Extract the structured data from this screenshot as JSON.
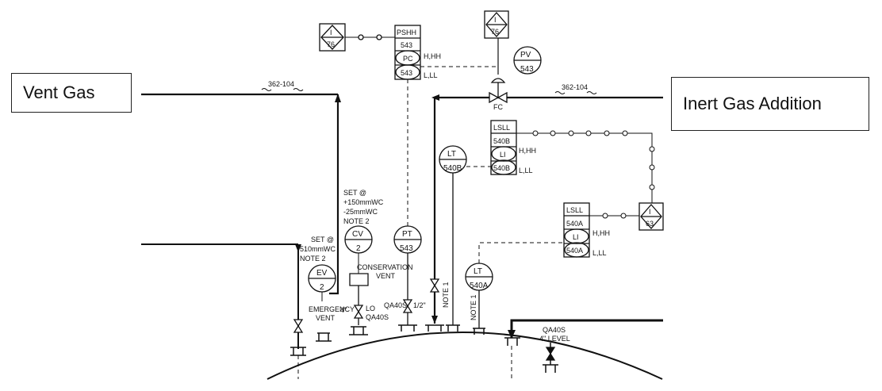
{
  "callouts": {
    "vent_gas": "Vent Gas",
    "inert_gas_addition": "Inert Gas Addition"
  },
  "line_numbers": {
    "vent": "362-104",
    "inert": "362-104"
  },
  "interlock_i76_left": {
    "letter": "I",
    "number": "76"
  },
  "interlock_i76_right": {
    "letter": "I",
    "number": "76"
  },
  "interlock_i63": {
    "letter": "I",
    "number": "63"
  },
  "pshh_543": {
    "letter": "PSHH",
    "number": "543"
  },
  "pc_543": {
    "letter": "PC",
    "number": "543",
    "alarm_high": "H,HH",
    "alarm_low": "L,LL"
  },
  "pv_543": {
    "letter": "PV",
    "number": "543"
  },
  "fc_label": "FC",
  "lsll_540b": {
    "letter": "LSLL",
    "number": "540B"
  },
  "li_540b": {
    "letter": "LI",
    "number": "540B",
    "alarm_high": "H,HH",
    "alarm_low": "L,LL"
  },
  "lt_540b": {
    "letter": "LT",
    "number": "540B"
  },
  "lsll_540a": {
    "letter": "LSLL",
    "number": "540A"
  },
  "li_540a": {
    "letter": "LI",
    "number": "540A",
    "alarm_high": "H,HH",
    "alarm_low": "L,LL"
  },
  "lt_540a": {
    "letter": "LT",
    "number": "540A"
  },
  "pt_543": {
    "letter": "PT",
    "number": "543"
  },
  "cv_2": {
    "letter": "CV",
    "number": "2",
    "set": [
      "SET @",
      "+150mmWC",
      "-25mmWC",
      "NOTE 2"
    ],
    "label": [
      "CONSERVATION",
      "VENT"
    ]
  },
  "ev_2": {
    "letter": "EV",
    "number": "2",
    "set": [
      "SET @",
      "510mmWC",
      "NOTE 2"
    ],
    "label": [
      "EMERGENCY",
      "VENT"
    ]
  },
  "valve_notes": {
    "cv_valve": [
      "4\"",
      "LO",
      "QA40S"
    ],
    "pt_valve": [
      "QA40S",
      "1/2\""
    ],
    "note1_a": "NOTE 1",
    "note1_b": "NOTE 1",
    "level_nozzle": [
      "QA40S",
      "4\" LEVEL"
    ]
  }
}
